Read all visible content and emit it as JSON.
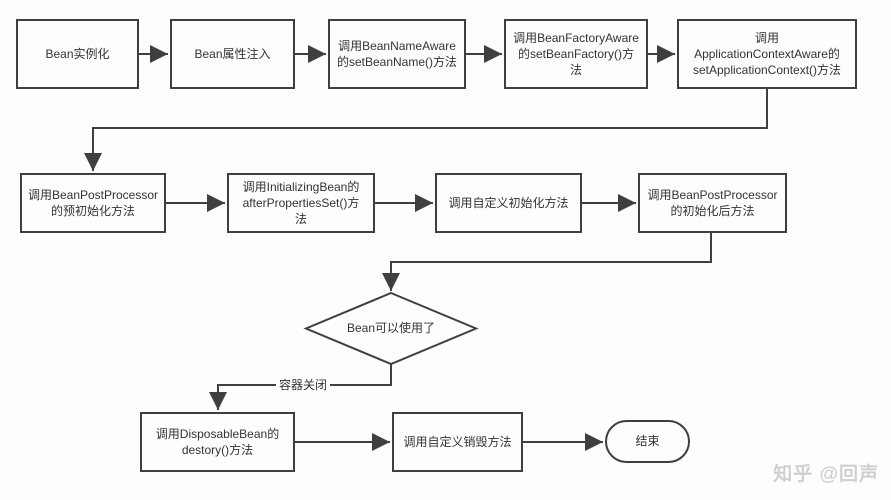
{
  "flowchart": {
    "row1": [
      {
        "id": "bean-instantiate",
        "label": "Bean实例化"
      },
      {
        "id": "bean-property-injection",
        "label": "Bean属性注入"
      },
      {
        "id": "set-bean-name",
        "label": "调用BeanNameAware\n的setBeanName()方法"
      },
      {
        "id": "set-bean-factory",
        "label": "调用BeanFactoryAware\n的setBeanFactory()方\n法"
      },
      {
        "id": "set-application-context",
        "label": "调用\nApplicationContextAware的\nsetApplicationContext()方法"
      }
    ],
    "row2": [
      {
        "id": "post-processor-before",
        "label": "调用BeanPostProcessor\n的预初始化方法"
      },
      {
        "id": "after-properties-set",
        "label": "调用InitializingBean的\nafterPropertiesSet()方\n法"
      },
      {
        "id": "custom-init",
        "label": "调用自定义初始化方法"
      },
      {
        "id": "post-processor-after",
        "label": "调用BeanPostProcessor\n的初始化后方法"
      }
    ],
    "decision": {
      "id": "bean-ready",
      "label": "Bean可以使用了"
    },
    "row3": [
      {
        "id": "disposable-bean-destory",
        "label": "调用DisposableBean的\ndestory()方法"
      },
      {
        "id": "custom-destroy",
        "label": "调用自定义销毁方法"
      }
    ],
    "terminal": {
      "id": "end",
      "label": "结束"
    },
    "edge_label_container_close": "容器关闭",
    "watermark": "知乎 @回声"
  },
  "colors": {
    "line": "#3f3f3f",
    "text": "#333333",
    "background": "#fdfdfd",
    "watermark": "#cfcfcf"
  }
}
